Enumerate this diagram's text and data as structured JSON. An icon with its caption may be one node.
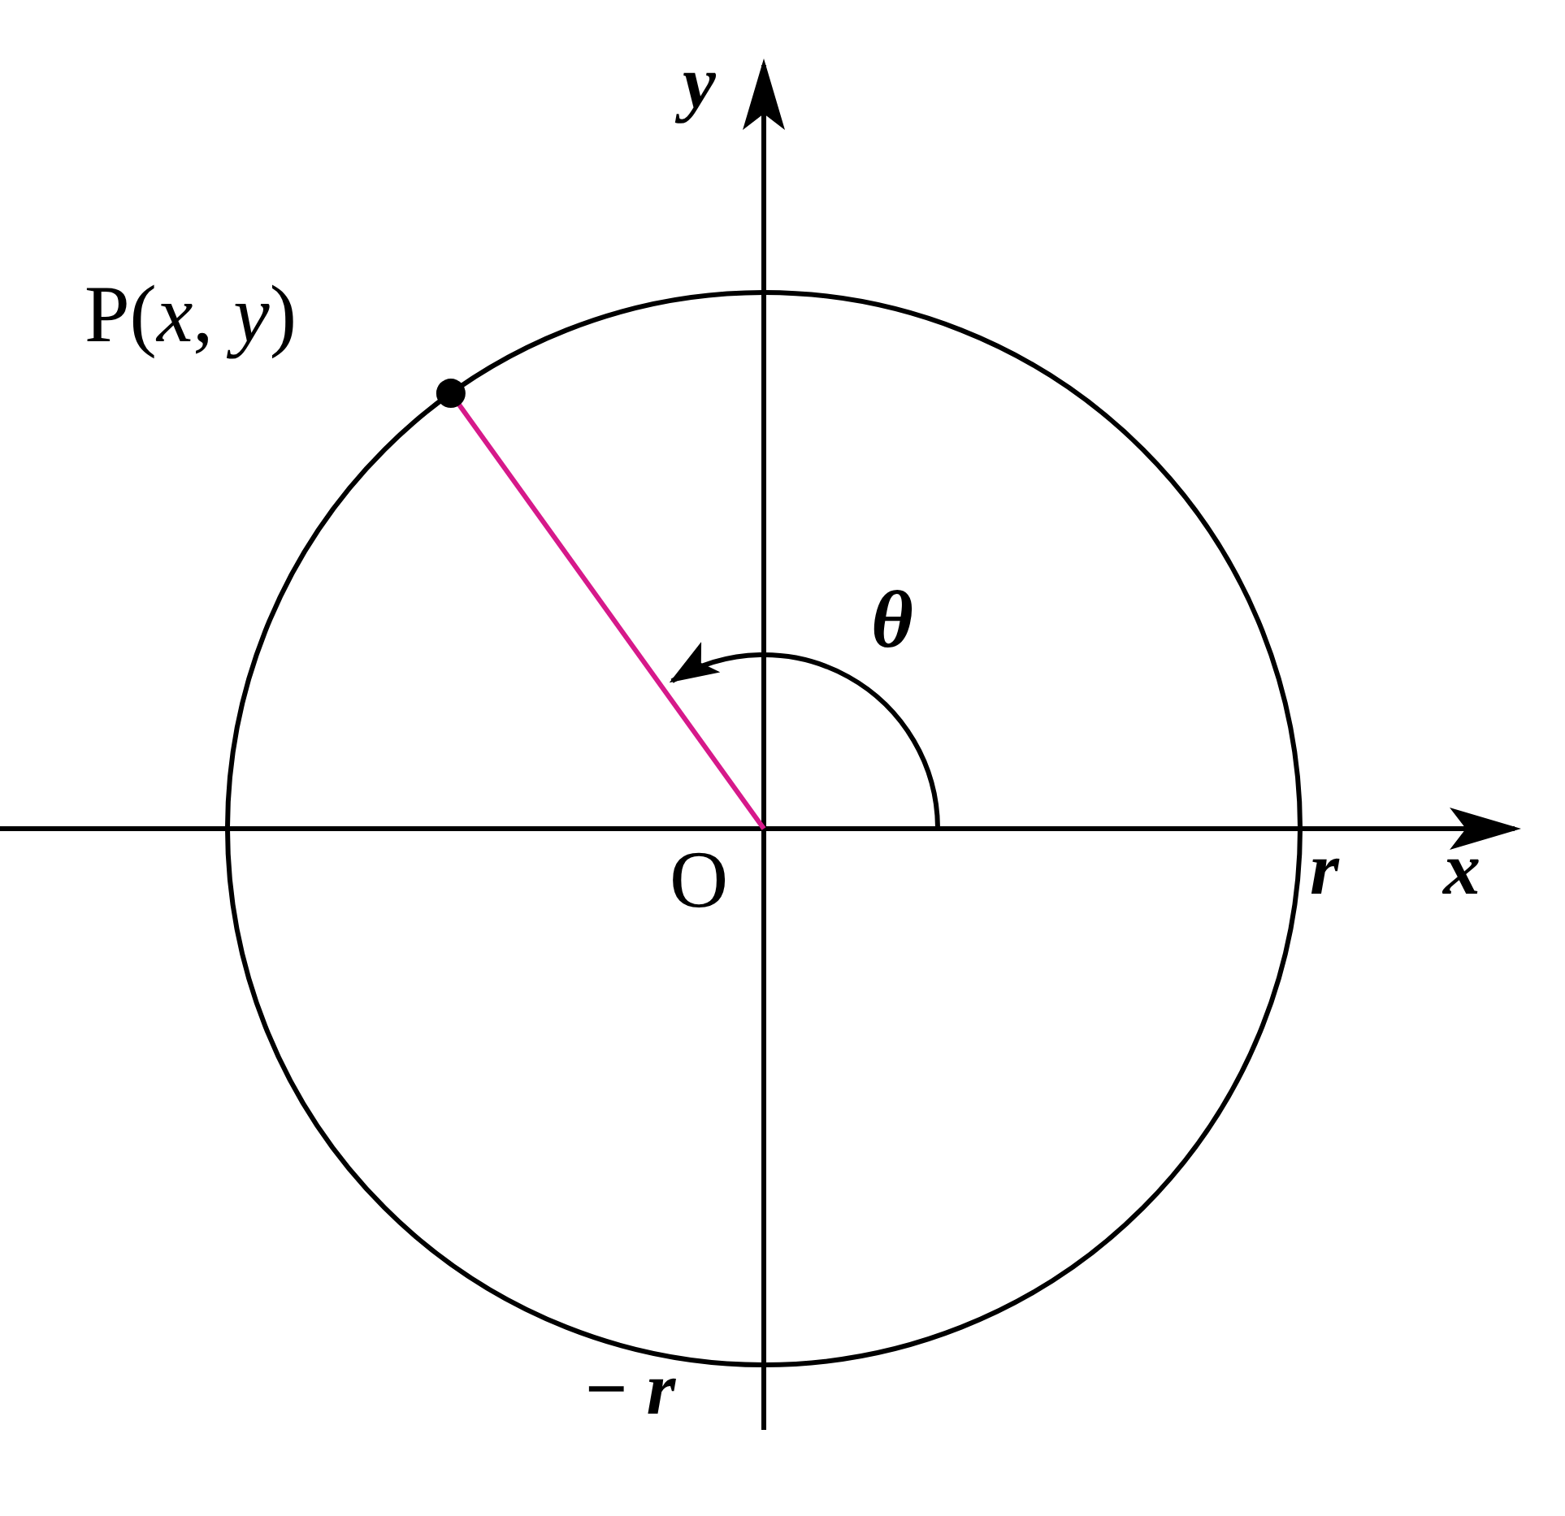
{
  "diagram": {
    "labels": [
      "y",
      "P(*x*, *y*)",
      "θ",
      "O",
      "r",
      "x",
      "− *r*"
    ]
  }
}
